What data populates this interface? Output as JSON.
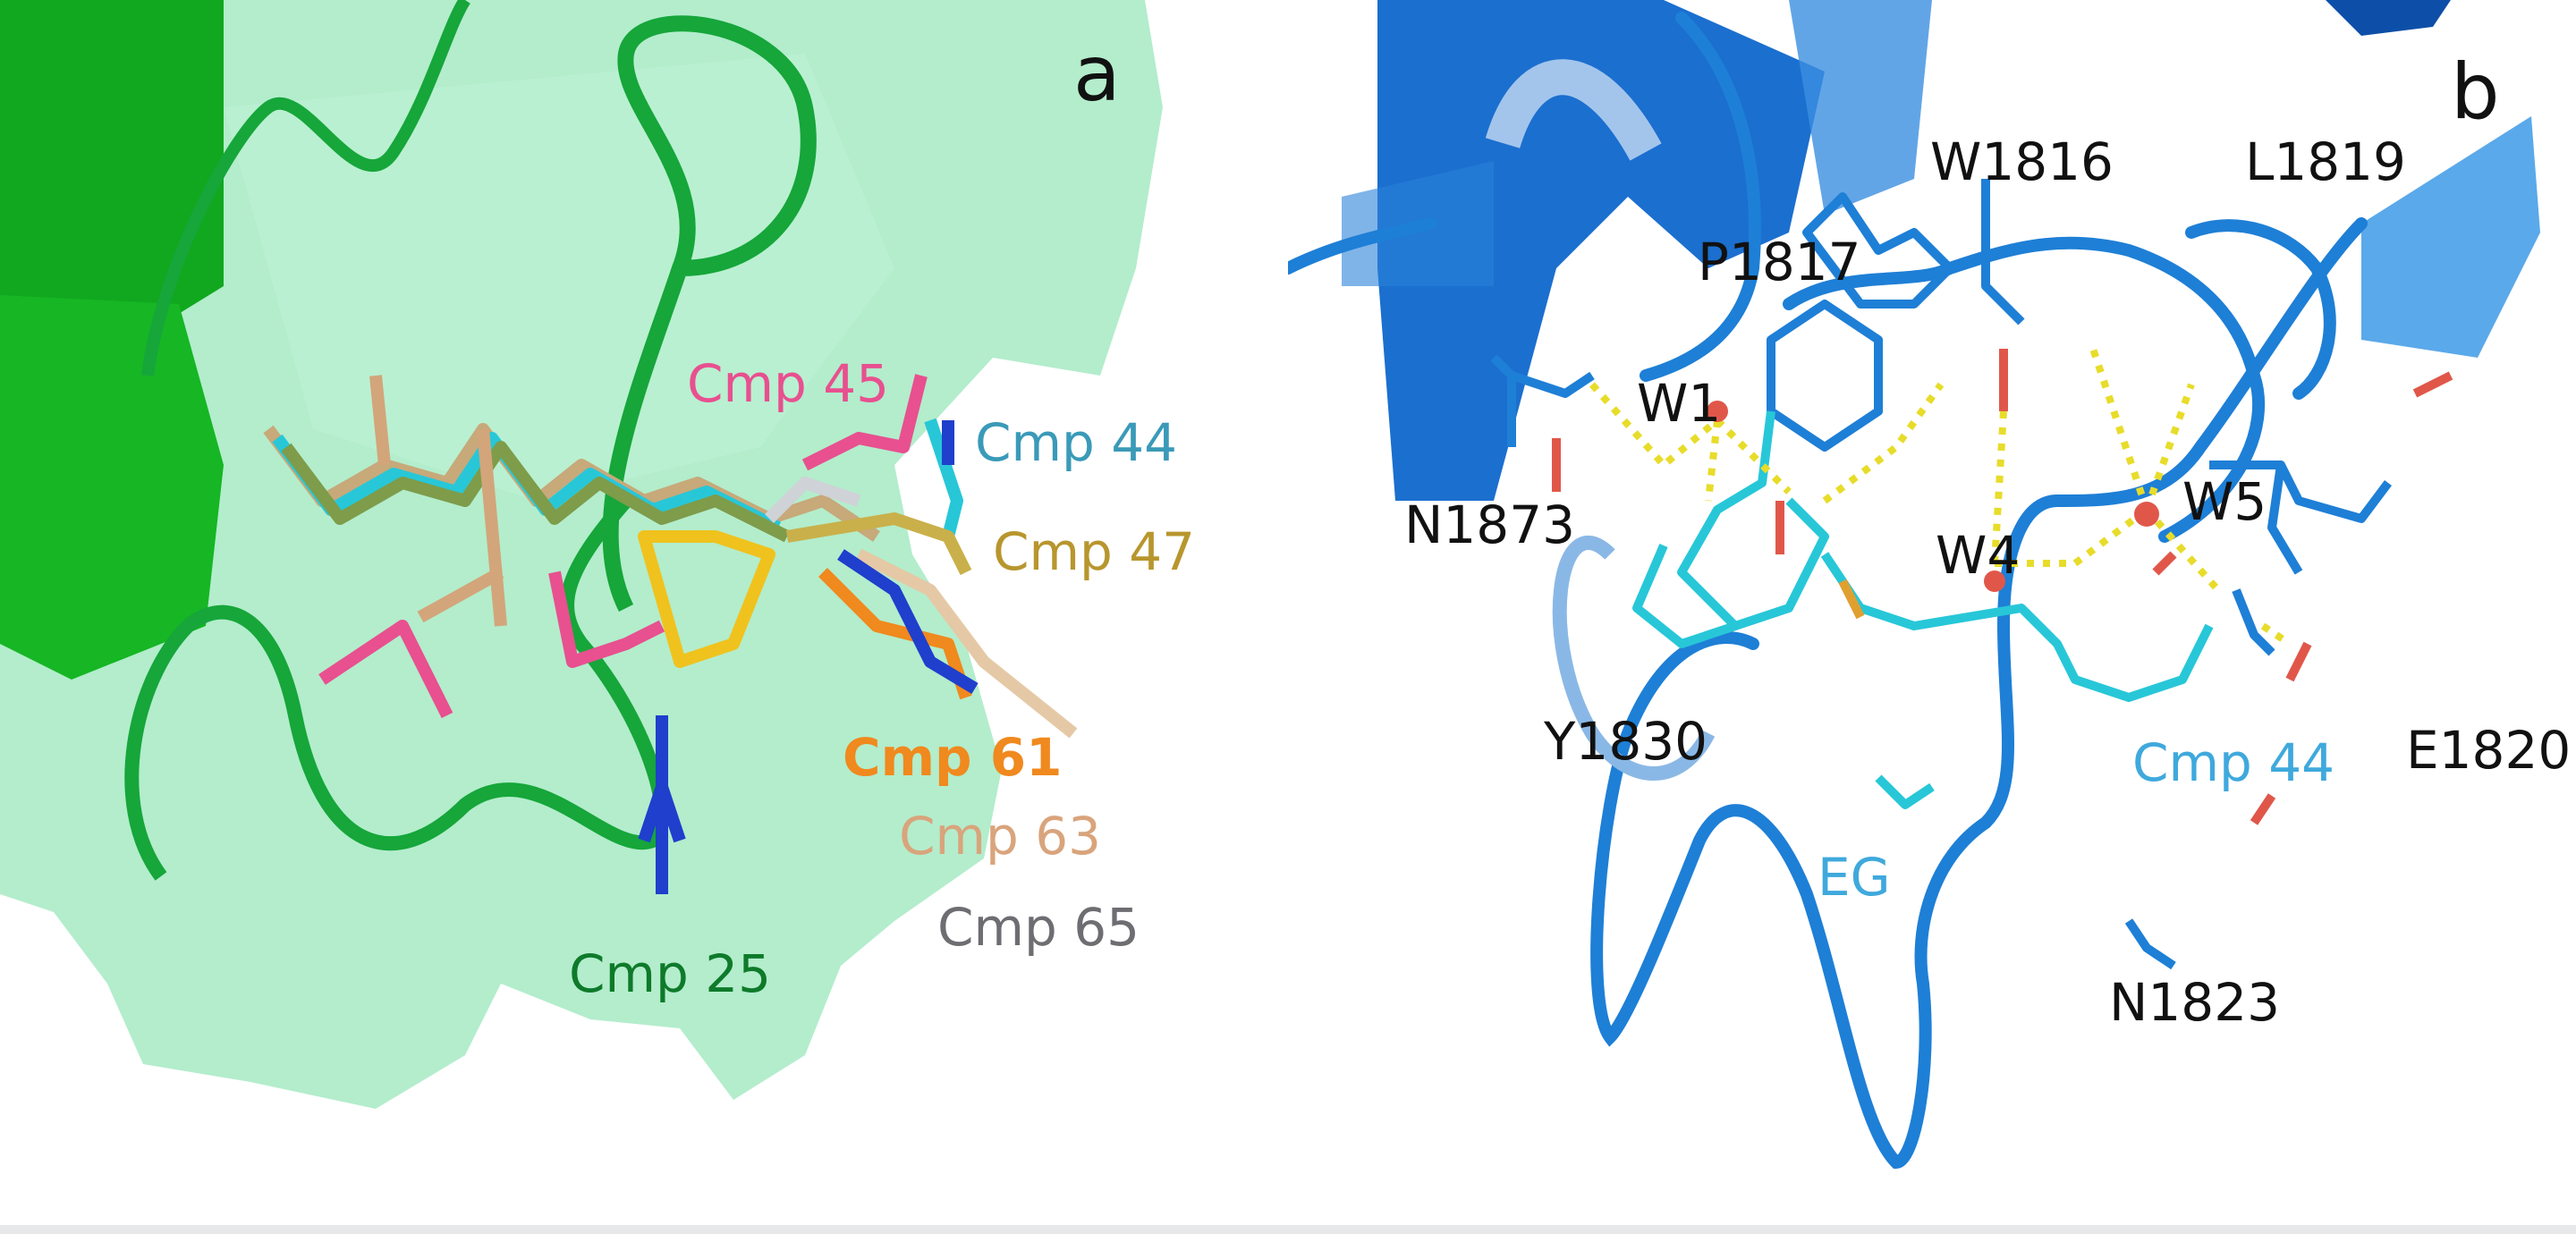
{
  "figure": {
    "panels": [
      {
        "id": "a",
        "letter": "a",
        "surface_color": "#9fe8bf",
        "cartoon_color": "#13b52b",
        "labels": [
          {
            "text": "Cmp 45",
            "color": "#e8508f"
          },
          {
            "text": "Cmp 44",
            "color": "#3a9ab8"
          },
          {
            "text": "Cmp 47",
            "color": "#b8962e"
          },
          {
            "text": "Cmp 61",
            "color": "#f0891e"
          },
          {
            "text": "Cmp 63",
            "color": "#d9a47c"
          },
          {
            "text": "Cmp 65",
            "color": "#6d6d72"
          },
          {
            "text": "Cmp 25",
            "color": "#0e7a2a"
          }
        ]
      },
      {
        "id": "b",
        "letter": "b",
        "cartoon_color": "#1e7fd6",
        "ligand_color": "#27c7d8",
        "water_color": "#e0574a",
        "hbond_color": "#e8dc2a",
        "residue_labels": [
          "W1816",
          "L1819",
          "P1817",
          "N1873",
          "W1",
          "W5",
          "W4",
          "Y1830",
          "E1820",
          "N1823"
        ],
        "ligand_labels": [
          {
            "text": "Cmp 44",
            "color": "#3fa9dc"
          },
          {
            "text": "EG",
            "color": "#3fa9dc"
          }
        ]
      }
    ]
  }
}
